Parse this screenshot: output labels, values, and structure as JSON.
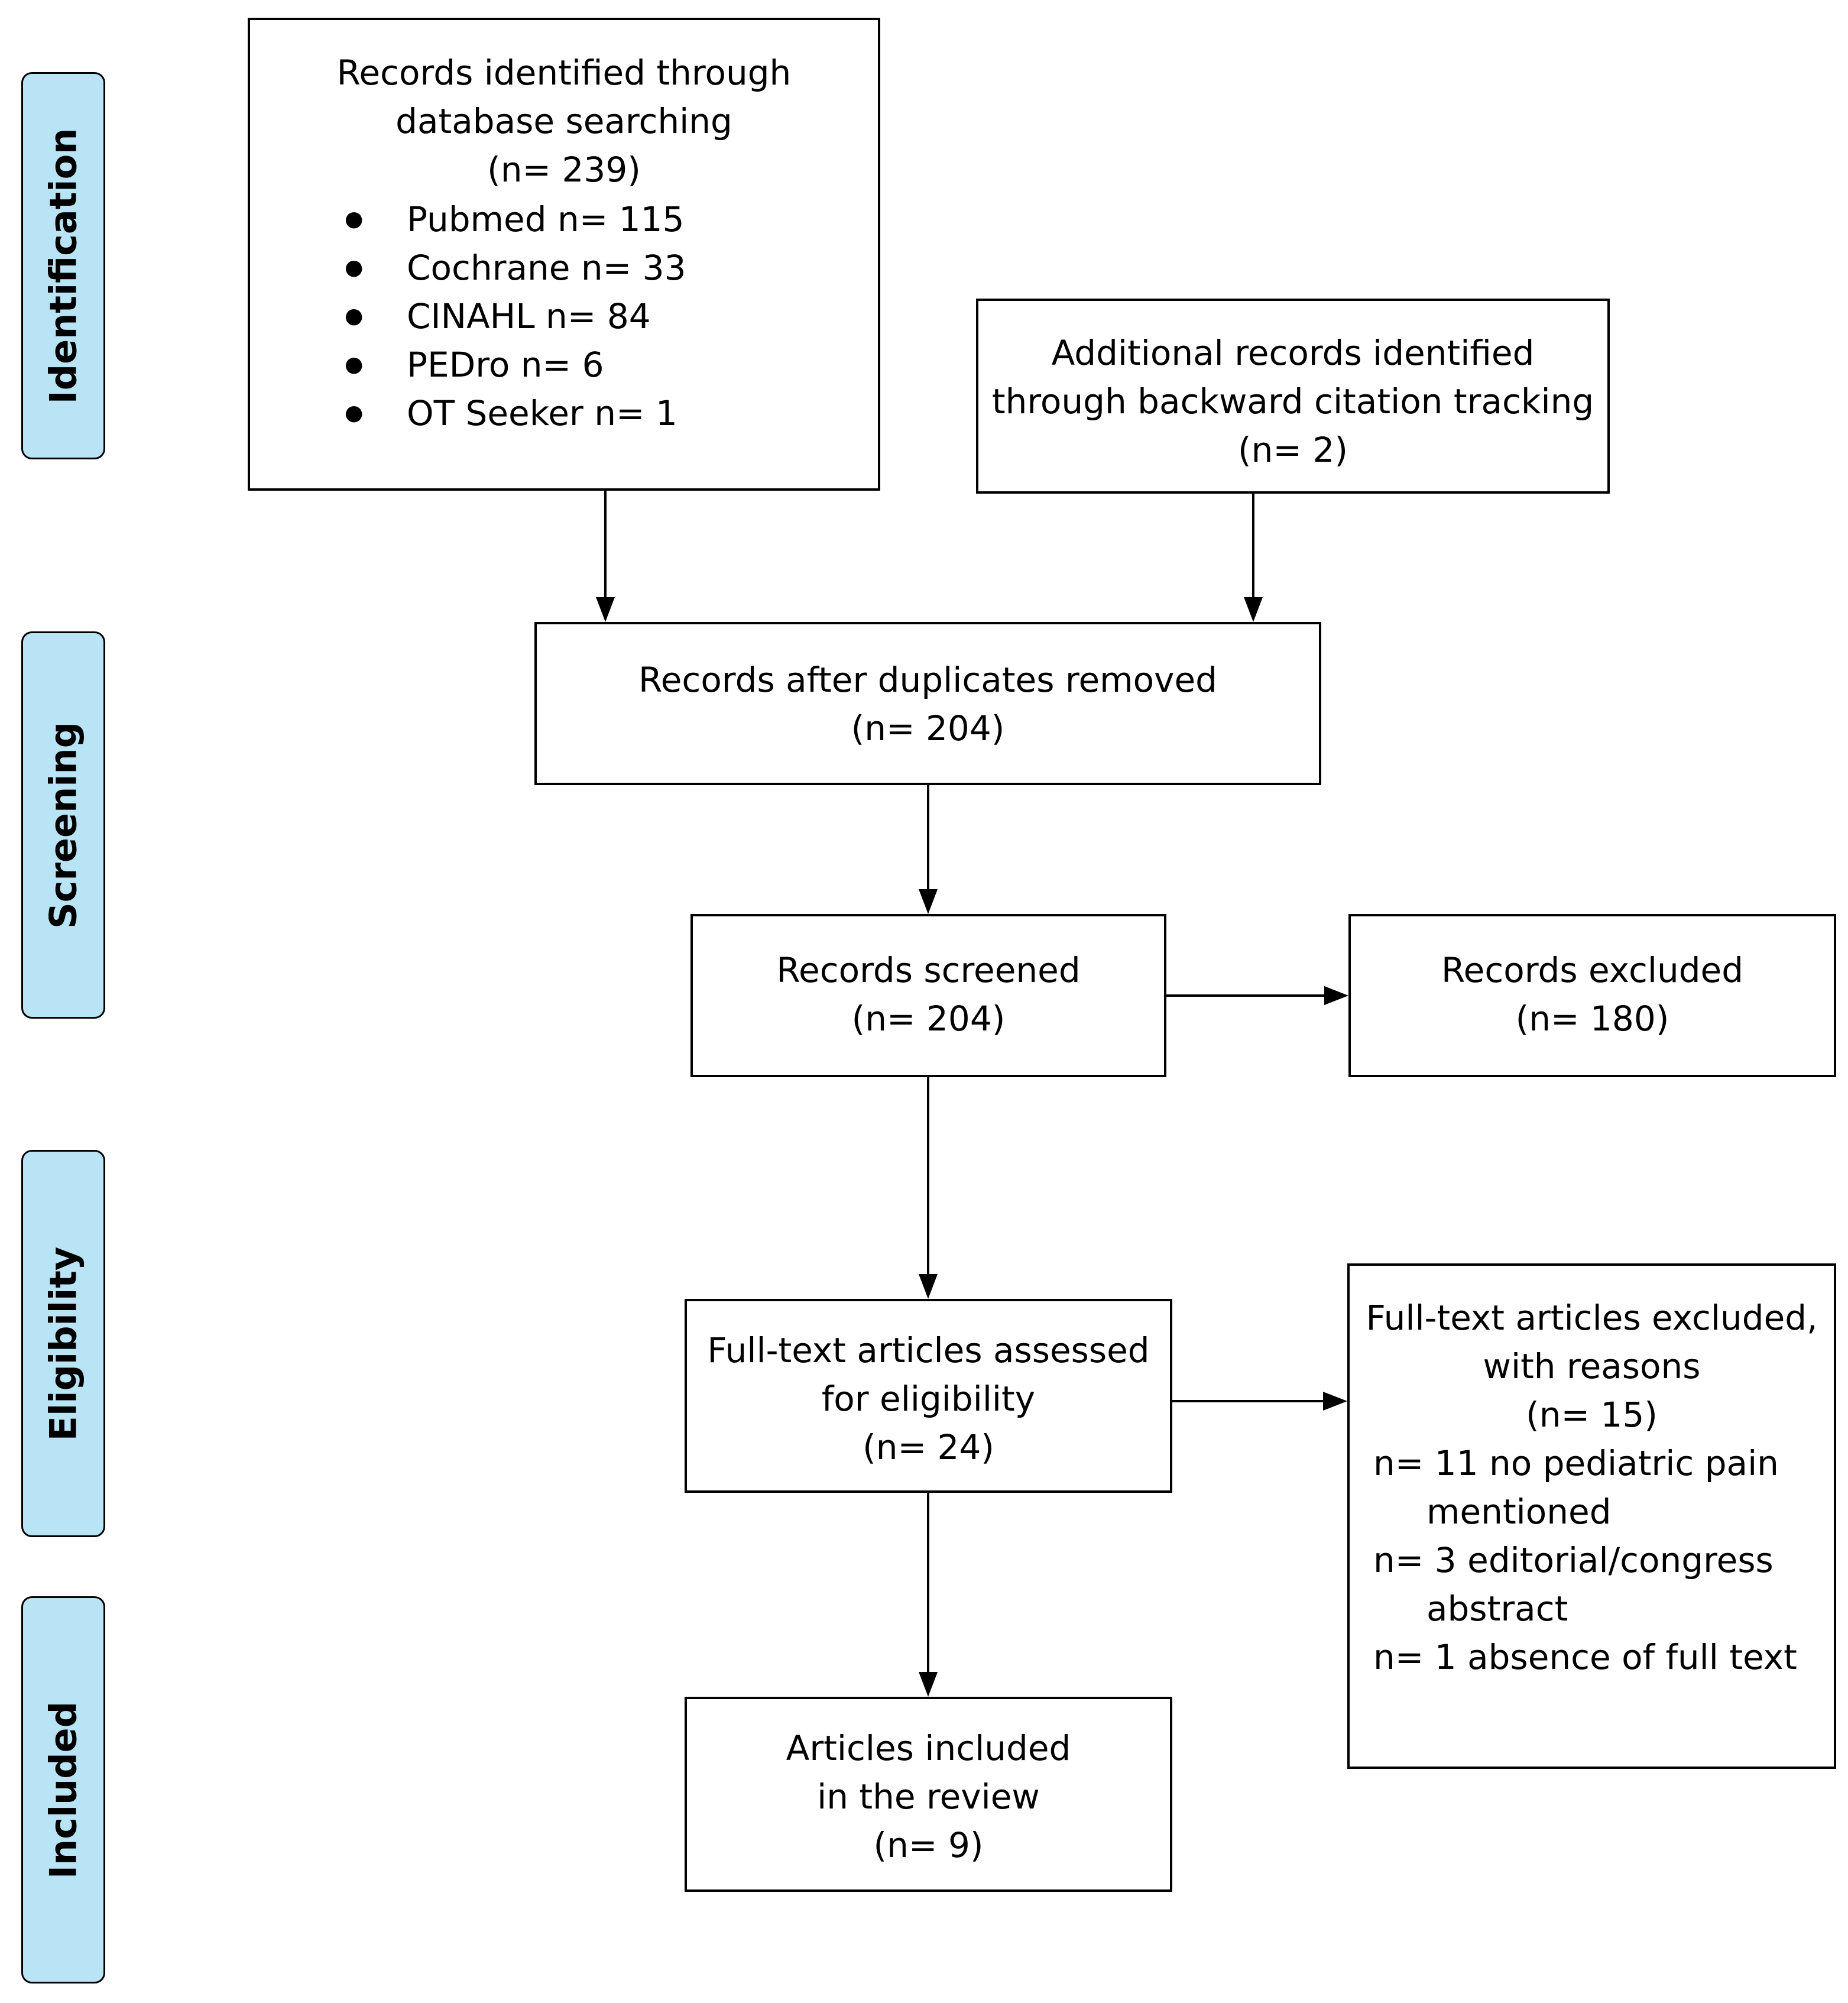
{
  "phases": {
    "identification": "Identification",
    "screening": "Screening",
    "eligibility": "Eligibility",
    "included": "Included"
  },
  "identified": {
    "line1": "Records identified through",
    "line2": "database searching",
    "count": "(n= 239)",
    "sources": [
      "Pubmed n= 115",
      "Cochrane n= 33",
      "CINAHL n= 84",
      "PEDro n= 6",
      "OT Seeker n= 1"
    ]
  },
  "additional": {
    "line1": "Additional records identified",
    "line2": "through backward citation tracking",
    "count": "(n= 2)"
  },
  "deduplicated": {
    "label": "Records after duplicates removed",
    "count": "(n= 204)"
  },
  "screened": {
    "label": "Records screened",
    "count": "(n= 204)"
  },
  "excluded": {
    "label": "Records excluded",
    "count": "(n= 180)"
  },
  "fulltext": {
    "line1": "Full-text articles assessed",
    "line2": "for eligibility",
    "count": "(n= 24)"
  },
  "fulltext_excluded": {
    "line1": "Full-text articles excluded,",
    "line2": "with reasons",
    "count": "(n= 15)",
    "reasons": [
      {
        "first": "n= 11 no pediatric pain",
        "second": "mentioned"
      },
      {
        "first": "n= 3 editorial/congress",
        "second": "abstract"
      },
      {
        "first": "n= 1 absence of full text",
        "second": ""
      }
    ]
  },
  "included": {
    "line1": "Articles included",
    "line2": "in the review",
    "count": "(n= 9)"
  }
}
